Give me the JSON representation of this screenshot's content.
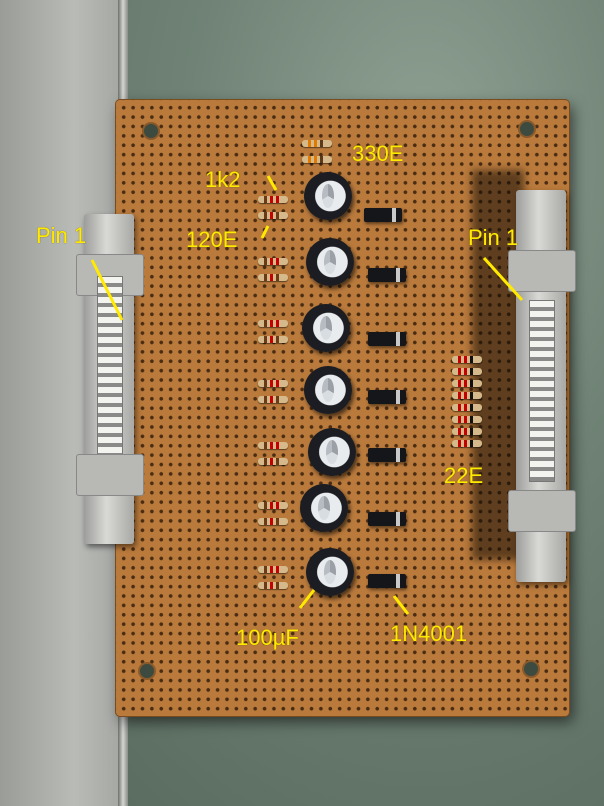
{
  "photo": {
    "colors": {
      "board": "#b97a3c",
      "annotation": "#ffea00",
      "background": "#6f8275"
    }
  },
  "labels": {
    "pin1_left": "Pin 1",
    "pin1_right": "Pin 1",
    "r_330": "330E",
    "r_1k2": "1k2",
    "r_120": "120E",
    "r_22": "22E",
    "cap_value": "100µF",
    "diode_part": "1N4001"
  },
  "components": {
    "capacitor_count": 7,
    "diode_count": 7,
    "resistor_pair_count": 7,
    "series_resistor_count": 8
  }
}
